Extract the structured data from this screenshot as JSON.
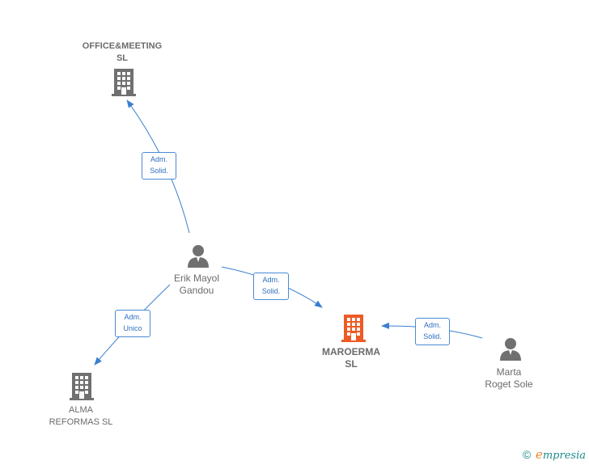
{
  "nodes": {
    "office": {
      "name_line1": "OFFICE&MEETING",
      "name_line2": "SL",
      "icon": "building-icon",
      "color": "#707070"
    },
    "erik": {
      "name_line1": "Erik Mayol",
      "name_line2": "Gandou",
      "icon": "person-icon",
      "color": "#707070"
    },
    "maroerma": {
      "name_line1": "MAROERMA",
      "name_line2": "SL",
      "icon": "building-icon",
      "color": "#ee5a24"
    },
    "alma": {
      "name_line1": "ALMA",
      "name_line2": "REFORMAS SL",
      "icon": "building-icon",
      "color": "#707070"
    },
    "marta": {
      "name_line1": "Marta",
      "name_line2": "Roget Sole",
      "icon": "person-icon",
      "color": "#707070"
    }
  },
  "edges": {
    "erik_office": {
      "line1": "Adm.",
      "line2": "Solid."
    },
    "erik_maroerma": {
      "line1": "Adm.",
      "line2": "Solid."
    },
    "erik_alma": {
      "line1": "Adm.",
      "line2": "Unico"
    },
    "marta_maroerma": {
      "line1": "Adm.",
      "line2": "Solid."
    }
  },
  "colors": {
    "edge": "#3a7fd0"
  },
  "footer": {
    "copyright": "©",
    "brand_e": "e",
    "brand_rest": "mpresia"
  }
}
